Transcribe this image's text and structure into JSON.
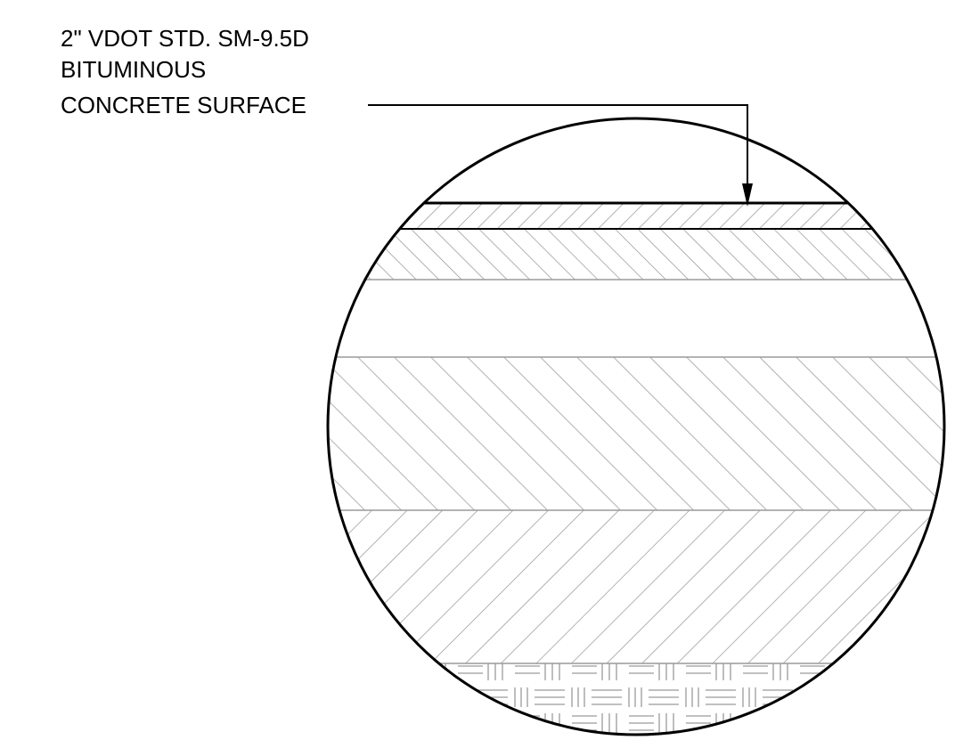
{
  "callout": {
    "lines": [
      "2\" VDOT STD. SM-9.5D",
      "BITUMINOUS",
      "CONCRETE SURFACE"
    ]
  },
  "colors": {
    "outline": "#000000",
    "hatch": "#9a9a9a",
    "background": "#ffffff"
  },
  "layers": [
    {
      "name": "bituminous-surface",
      "pattern": "diagonal-forward-fine"
    },
    {
      "name": "layer-2",
      "pattern": "diagonal-back"
    },
    {
      "name": "layer-3",
      "pattern": "none"
    },
    {
      "name": "layer-4",
      "pattern": "diagonal-back-wide"
    },
    {
      "name": "layer-5",
      "pattern": "diagonal-forward-wide"
    },
    {
      "name": "layer-6",
      "pattern": "brick-weave"
    }
  ]
}
